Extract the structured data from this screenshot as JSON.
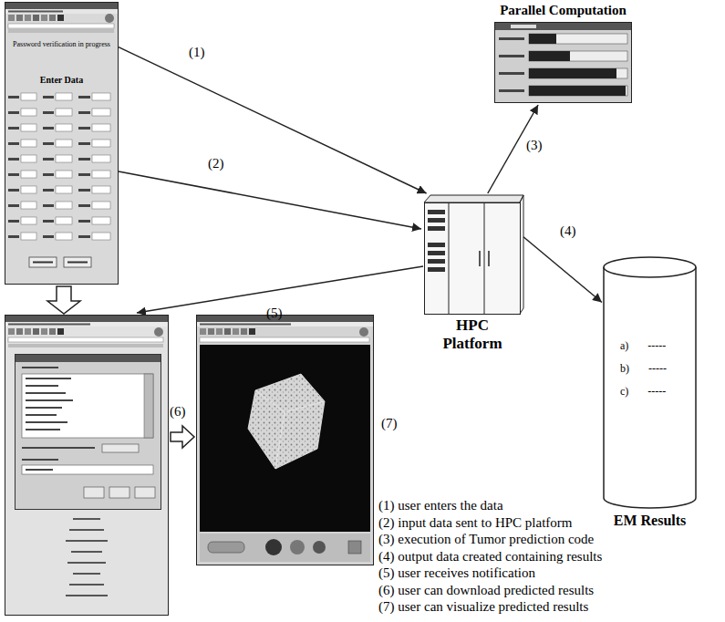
{
  "diagram": {
    "nodes": [
      {
        "text": [
          "Password verification in progress",
          "Enter Data"
        ]
      },
      {
        "text": [
          "Parallel Computation"
        ]
      },
      {
        "text": [
          "HPC Platform"
        ]
      },
      {
        "text": [
          "a) -----",
          "b) -----",
          "c) -----",
          "EM Results"
        ]
      }
    ],
    "edges": [
      {
        "from": 0,
        "to": 2,
        "arrow": "to",
        "label": "(1)"
      },
      {
        "from": 0,
        "to": 2,
        "arrow": "to",
        "label": "(2)"
      },
      {
        "from": 2,
        "to": 1,
        "arrow": "to",
        "label": "(3)"
      },
      {
        "from": 2,
        "to": 3,
        "arrow": "to",
        "label": "(4)"
      }
    ],
    "labels": [
      "(5)",
      "(6)",
      "(7)",
      "(1) user enters the data",
      "(2) input data sent to HPC platform",
      "(3) execution of Tumor prediction code",
      "(4) output data created containing results",
      "(5) user receives notification",
      "(6) user can download predicted results",
      "(7) user can visualize predicted results"
    ]
  }
}
